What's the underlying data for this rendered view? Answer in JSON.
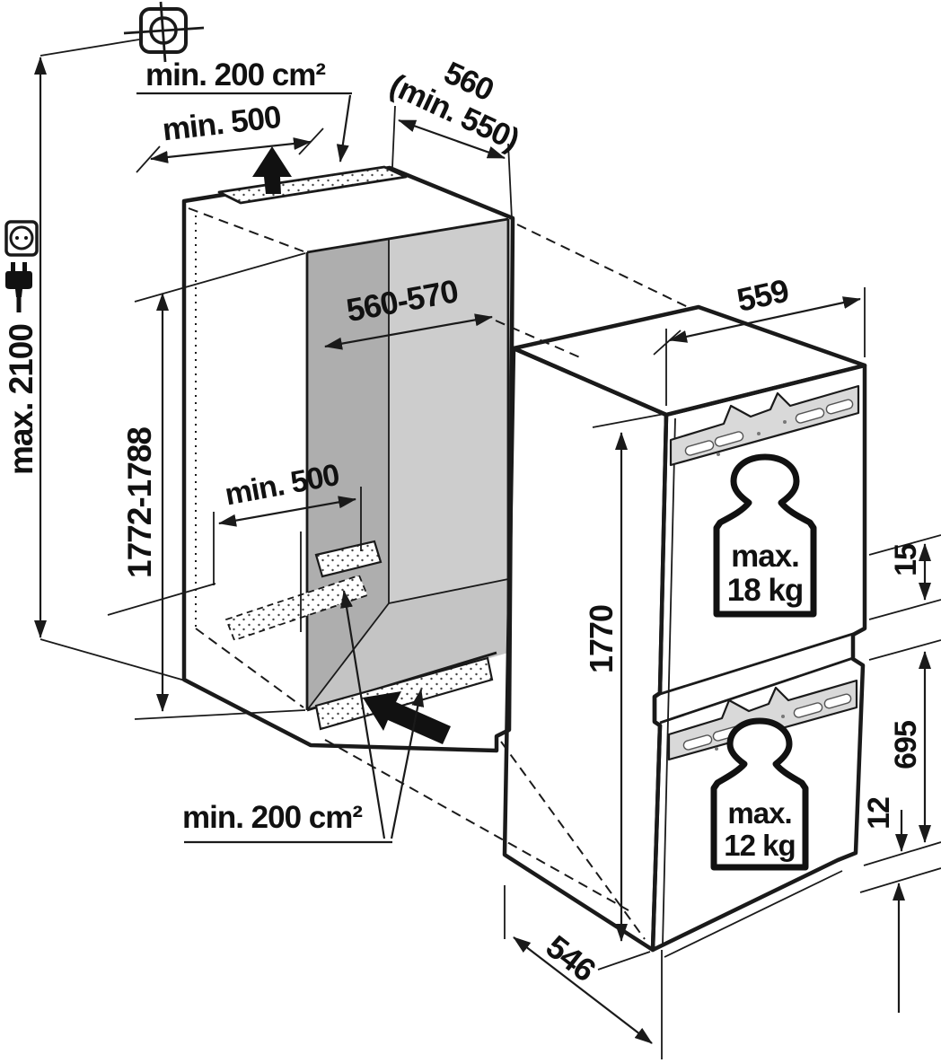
{
  "colors": {
    "line": "#1a1a1a",
    "wall_side": "#aeaeae",
    "wall_back": "#cdcdcd",
    "floor": "#c4c4c4",
    "bracket": "#d9d9d9",
    "background": "#ffffff"
  },
  "dimensions": {
    "top_vent_area": "min. 200 cm²",
    "top_clearance_width": "min. 500",
    "niche_depth_primary": "560",
    "niche_depth_secondary": "(min. 550)",
    "ceiling_height": "max. 2100",
    "niche_width": "560-570",
    "floor_vent_width": "min. 500",
    "niche_height": "1772-1788",
    "appliance_width": "559",
    "appliance_height": "1770",
    "appliance_depth": "546",
    "door_top_offset": "15",
    "lower_door_height": "695",
    "door_gap": "12",
    "bottom_vent_area": "min. 200 cm²"
  },
  "badges": {
    "upper_door_weight": {
      "prefix": "max.",
      "value": "18 kg"
    },
    "lower_door_weight": {
      "prefix": "max.",
      "value": "12 kg"
    }
  },
  "icons": [
    "registration-mark-icon",
    "power-socket-icon",
    "power-plug-icon",
    "airflow-up-arrow",
    "airflow-in-arrow",
    "weight-icon-upper",
    "weight-icon-lower"
  ]
}
